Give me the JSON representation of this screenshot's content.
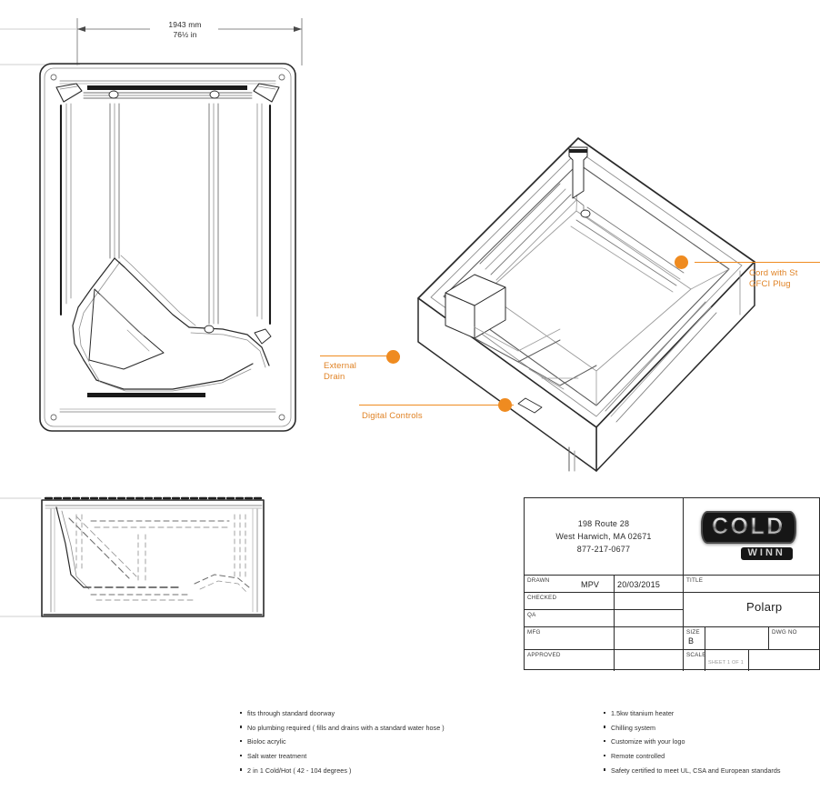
{
  "sheet": {
    "type": "engineering-drawing",
    "background": "#ffffff",
    "line_color": "#2a2a2a",
    "accent_color": "#ef8b20"
  },
  "dimension": {
    "metric": "1943 mm",
    "imperial": "76½ in"
  },
  "views": {
    "top": "top-plan-view",
    "isometric": "isometric-view",
    "side": "side-elevation-view"
  },
  "callouts": [
    {
      "id": "cord",
      "label_line1": "Cord with St",
      "label_line2": "GFCI Plug"
    },
    {
      "id": "external-drain",
      "label_line1": "External",
      "label_line2": "Drain"
    },
    {
      "id": "digital-controls",
      "label_line1": "Digital Controls",
      "label_line2": ""
    }
  ],
  "title_block": {
    "address": {
      "line1": "198 Route 28",
      "line2": "West Harwich, MA 02671",
      "line3": "877-217-0677"
    },
    "logo": {
      "main": "COLD",
      "sub": "WINN"
    },
    "rows": [
      {
        "tag": "DRAWN",
        "name": "MPV",
        "date": "20/03/2015"
      },
      {
        "tag": "CHECKED",
        "name": "",
        "date": ""
      },
      {
        "tag": "QA",
        "name": "",
        "date": ""
      },
      {
        "tag": "MFG",
        "name": "",
        "date": ""
      },
      {
        "tag": "APPROVED",
        "name": "",
        "date": ""
      }
    ],
    "title_tag": "TITLE",
    "title_value": "Polarp",
    "size_tag": "SIZE",
    "size_value": "B",
    "dwg_tag": "DWG NO",
    "dwg_value": "",
    "scale_tag": "SCALE",
    "scale_value": "",
    "sheet_note": "SHEET 1 OF 1"
  },
  "features": {
    "left": [
      "fits through standard doorway",
      "No plumbing required ( fills and drains with a standard water hose )",
      "Bioloc acrylic",
      "Salt water treatment",
      "2 in 1 Cold/Hot ( 42 - 104 degrees )"
    ],
    "right": [
      "1.5kw titanium heater",
      "Chilling system",
      "Customize with your logo",
      "Remote controlled",
      "Safety certified to meet UL, CSA and European standards"
    ]
  }
}
